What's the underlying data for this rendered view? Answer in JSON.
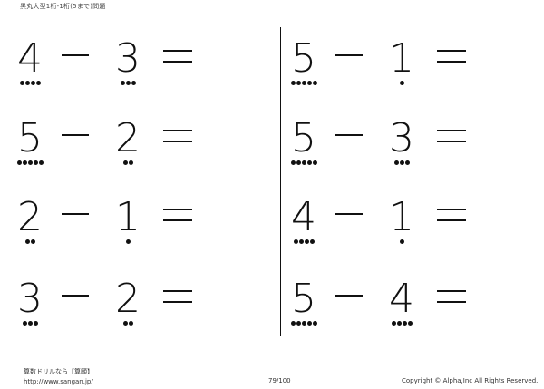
{
  "header": {
    "title": "黒丸大型1桁-1桁(5まで)問題"
  },
  "operator": "ー",
  "equals": "=",
  "problems": [
    {
      "a": "4",
      "a_dots": 4,
      "b": "3",
      "b_dots": 3
    },
    {
      "a": "5",
      "a_dots": 5,
      "b": "2",
      "b_dots": 2
    },
    {
      "a": "2",
      "a_dots": 2,
      "b": "1",
      "b_dots": 1
    },
    {
      "a": "3",
      "a_dots": 3,
      "b": "2",
      "b_dots": 2
    },
    {
      "a": "5",
      "a_dots": 5,
      "b": "1",
      "b_dots": 1
    },
    {
      "a": "5",
      "a_dots": 5,
      "b": "3",
      "b_dots": 3
    },
    {
      "a": "4",
      "a_dots": 4,
      "b": "1",
      "b_dots": 1
    },
    {
      "a": "5",
      "a_dots": 5,
      "b": "4",
      "b_dots": 4
    }
  ],
  "footer": {
    "site_name": "算数ドリルなら【算願】",
    "url": "http://www.sangan.jp/",
    "page": "79/100",
    "copyright": "Copyright © Alpha,Inc All Rights Reserved."
  }
}
